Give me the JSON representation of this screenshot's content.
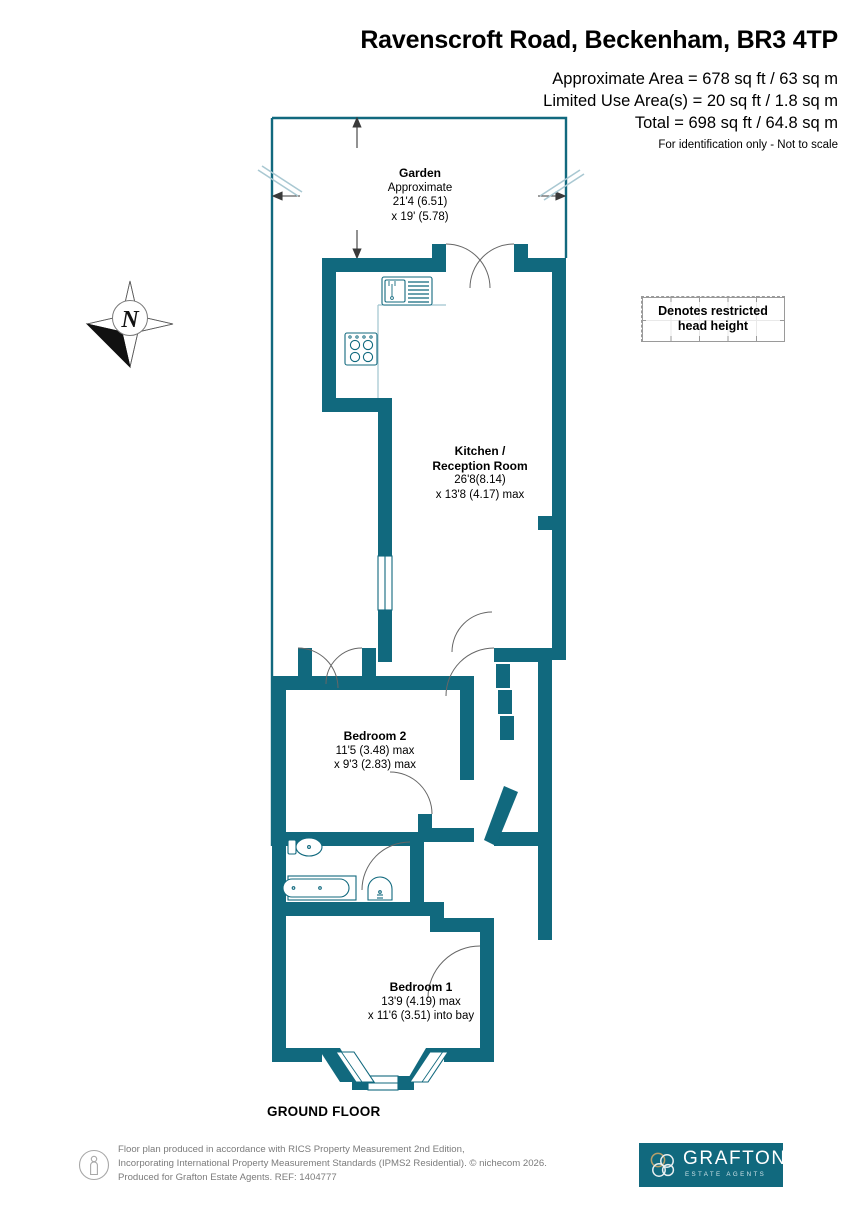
{
  "header": {
    "title": "Ravenscroft Road, Beckenham, BR3 4TP",
    "approximate_area": "Approximate Area = 678 sq ft / 63 sq m",
    "limited_use_area": "Limited Use Area(s) = 20 sq ft / 1.8 sq m",
    "total_area": "Total = 698 sq ft / 64.8 sq m",
    "disclaimer": "For identification only - Not to scale"
  },
  "legend": {
    "line1": "Denotes restricted",
    "line2": "head height"
  },
  "compass": {
    "north_label": "N"
  },
  "rooms": [
    {
      "id": "garden",
      "name": "Garden",
      "qualifier": "Approximate",
      "dim1": "21'4 (6.51)",
      "dim2": "x 19' (5.78)"
    },
    {
      "id": "kitchen-reception-room",
      "name_line1": "Kitchen /",
      "name_line2": "Reception Room",
      "dim1": "26'8(8.14)",
      "dim2": "x 13'8 (4.17) max"
    },
    {
      "id": "bedroom-2",
      "name": "Bedroom 2",
      "dim1": "11'5 (3.48) max",
      "dim2": "x 9'3 (2.83) max"
    },
    {
      "id": "bedroom-1",
      "name": "Bedroom 1",
      "dim1": "13'9 (4.19) max",
      "dim2": "x 11'6 (3.51) into bay"
    }
  ],
  "floor_label": "GROUND FLOOR",
  "footer": {
    "line1": "Floor plan produced in accordance with RICS Property Measurement 2nd Edition,",
    "line2": "Incorporating International Property Measurement Standards (IPMS2 Residential).    © nichecom 2026.",
    "line3": "Produced for Grafton Estate Agents.   REF: 1404777",
    "info_icon": "person-info-icon"
  },
  "logo": {
    "name": "GRAFTON",
    "tagline": "ESTATE AGENTS",
    "mark_icon": "interlocking-circles-logo-mark"
  },
  "colors": {
    "wall": "#11697e",
    "brand": "#11697e",
    "text": "#000000",
    "footer_text": "#7b7b7b",
    "legend_dash": "#9a9a9a"
  }
}
